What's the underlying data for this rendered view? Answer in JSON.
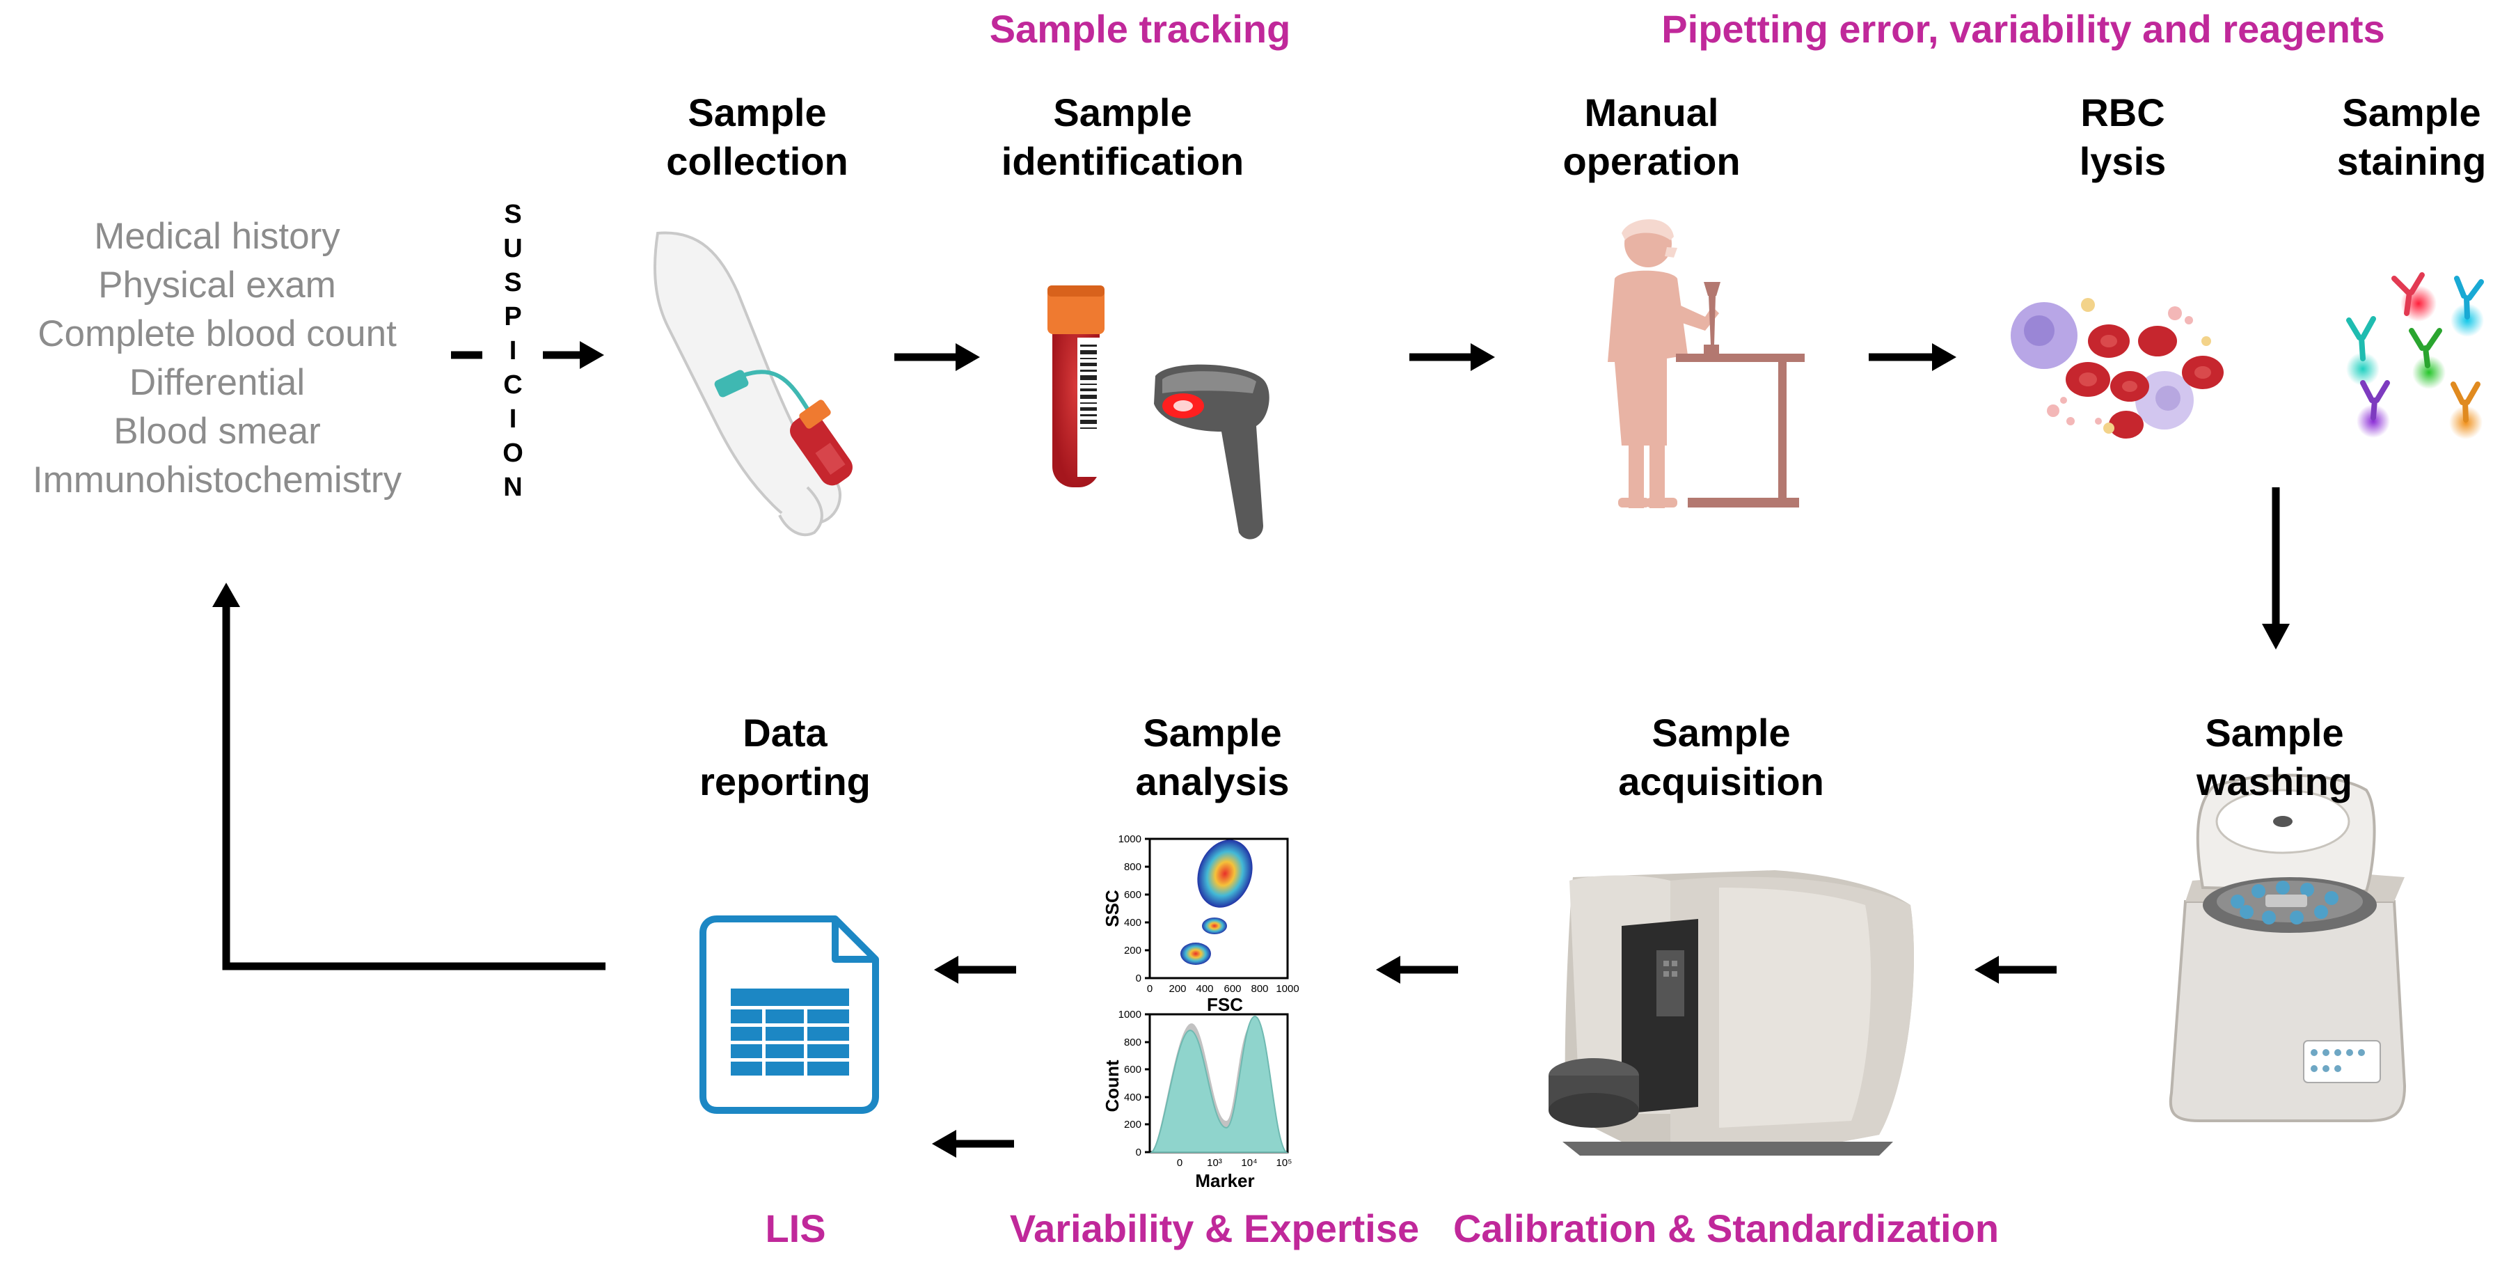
{
  "colors": {
    "accent_magenta": "#c0289a",
    "history_gray": "#8c8c8c",
    "arrow": "#000000",
    "lis_blue": "#1c87c4",
    "blood_red": "#c6262e",
    "tube_cap": "#ef7a30",
    "teal": "#3fb8b2",
    "skin_pink": "#e8b3a4",
    "bench_brown": "#b37870",
    "device_gray": "#c9c5be"
  },
  "categories": {
    "tracking": "Sample tracking",
    "pipetting": "Pipetting error, variability and reagents",
    "lis": "LIS",
    "variability": "Variability & Expertise",
    "calibration": "Calibration & Standardization"
  },
  "history": [
    "Medical history",
    "Physical exam",
    "Complete blood count",
    "Differential",
    "Blood smear",
    "Immunohistochemistry"
  ],
  "suspicion": [
    "S",
    "U",
    "S",
    "P",
    "I",
    "C",
    "I",
    "O",
    "N"
  ],
  "steps": {
    "collection": [
      "Sample",
      "collection"
    ],
    "identification": [
      "Sample",
      "identification"
    ],
    "manual": [
      "Manual",
      "operation"
    ],
    "lysis": [
      "RBC",
      "lysis"
    ],
    "staining": [
      "Sample",
      "staining"
    ],
    "washing": [
      "Sample",
      "washing"
    ],
    "acquisition": [
      "Sample",
      "acquisition"
    ],
    "analysis": [
      "Sample",
      "analysis"
    ],
    "reporting": [
      "Data",
      "reporting"
    ]
  },
  "scatter_plot": {
    "ylabel": "SSC",
    "xlabel": "FSC",
    "ticks": [
      "0",
      "200",
      "400",
      "600",
      "800",
      "1000"
    ]
  },
  "histogram_plot": {
    "ylabel": "Count",
    "xlabel": "Marker",
    "yticks": [
      "0",
      "200",
      "400",
      "600",
      "800",
      "1000"
    ],
    "xticks": [
      "0",
      "10³",
      "10⁴",
      "10⁵"
    ]
  },
  "icons": {
    "collection": "arm-blood-draw-icon",
    "identification": "tube-and-barcode-scanner-icon",
    "manual": "lab-technician-icon",
    "lysis": "red-blood-cells-icon",
    "staining": "antibodies-icon",
    "washing": "centrifuge-icon",
    "acquisition": "flow-cytometer-icon",
    "reporting": "lis-spreadsheet-icon"
  }
}
